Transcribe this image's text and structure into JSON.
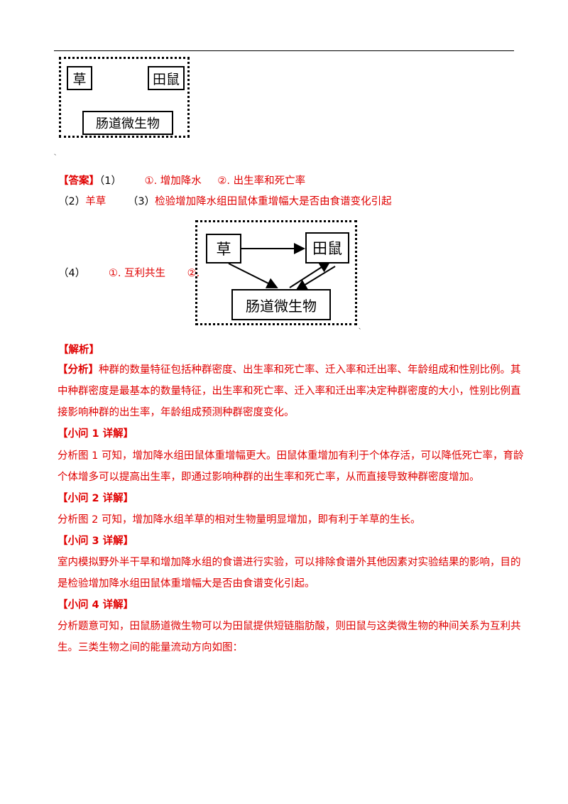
{
  "diagram1": {
    "grass": "草",
    "vole": "田鼠",
    "microbes": "肠道微生物"
  },
  "answer": {
    "tag": "【答案】",
    "q1_label": "（1）",
    "q1_part1": "①. 增加降水",
    "q1_part2": "②. 出生率和死亡率",
    "q2_label": "（2）",
    "q2_text": "羊草",
    "q3_label": "（3）",
    "q3_text": "检验增加降水组田鼠体重增幅大是否由食谱变化引起",
    "q4_label": "（4）",
    "q4_part1": "①. 互利共生",
    "q4_part2": "②."
  },
  "diagram2": {
    "grass": "草",
    "vole": "田鼠",
    "microbes": "肠道微生物"
  },
  "analysis": {
    "tag": "【解析】",
    "fenxi_tag": "【分析】",
    "fenxi_line1": "种群的数量特征包括种群密度、出生率和死亡率、迁入率和迁出率、年龄组成和性别比例。其",
    "fenxi_line2": "中种群密度是最基本的数量特征，出生率和死亡率、迁入率和迁出率决定种群密度的大小，性别比例直",
    "fenxi_line3": "接影响种群的出生率，年龄组成预测种群密度变化。",
    "q1_tag": "【小问 1 详解】",
    "q1_line1": "分析图 1 可知，增加降水组田鼠体重增幅更大。田鼠体重增加有利于个体存活，可以降低死亡率，育龄",
    "q1_line2": "个体增多可以提高出生率，即通过影响种群的出生率和死亡率，从而直接导致种群密度增加。",
    "q2_tag": "【小问 2 详解】",
    "q2_line1": "分析图 2 可知，增加降水组羊草的相对生物量明显增加，即有利于羊草的生长。",
    "q3_tag": "【小问 3 详解】",
    "q3_line1": "室内模拟野外半干旱和增加降水组的食谱进行实验，可以排除食谱外其他因素对实验结果的影响，目的",
    "q3_line2": "是检验增加降水组田鼠体重增幅大是否由食谱变化引起。",
    "q4_tag": "【小问 4 详解】",
    "q4_line1": "分析题意可知，田鼠肠道微生物可以为田鼠提供短链脂肪酸，则田鼠与这类微生物的种间关系为互利共",
    "q4_line2": "生。三类生物之间的能量流动方向如图："
  }
}
